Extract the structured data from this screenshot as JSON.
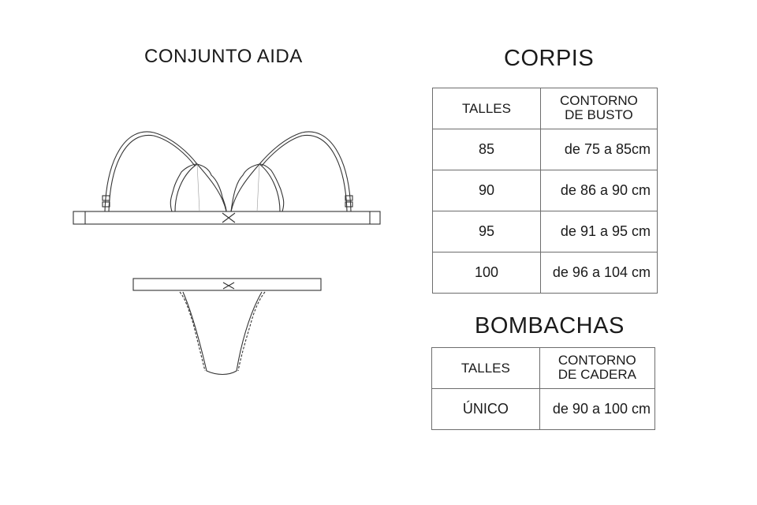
{
  "document": {
    "set_title": "CONJUNTO AIDA",
    "illustration": {
      "items": [
        "bra-flat-sketch",
        "panty-flat-sketch"
      ]
    }
  },
  "corpis": {
    "title": "CORPIS",
    "headers": {
      "size": "TALLES",
      "measure_line1": "CONTORNO",
      "measure_line2": "DE BUSTO"
    },
    "rows": [
      {
        "size": "85",
        "range": "de 75 a 85cm"
      },
      {
        "size": "90",
        "range": "de 86 a 90 cm"
      },
      {
        "size": "95",
        "range": "de 91 a 95 cm"
      },
      {
        "size": "100",
        "range": "de 96 a 104 cm"
      }
    ]
  },
  "bombachas": {
    "title": "BOMBACHAS",
    "headers": {
      "size": "TALLES",
      "measure_line1": "CONTORNO",
      "measure_line2": "DE CADERA"
    },
    "rows": [
      {
        "size": "ÚNICO",
        "range": "de 90 a 100 cm"
      }
    ]
  }
}
